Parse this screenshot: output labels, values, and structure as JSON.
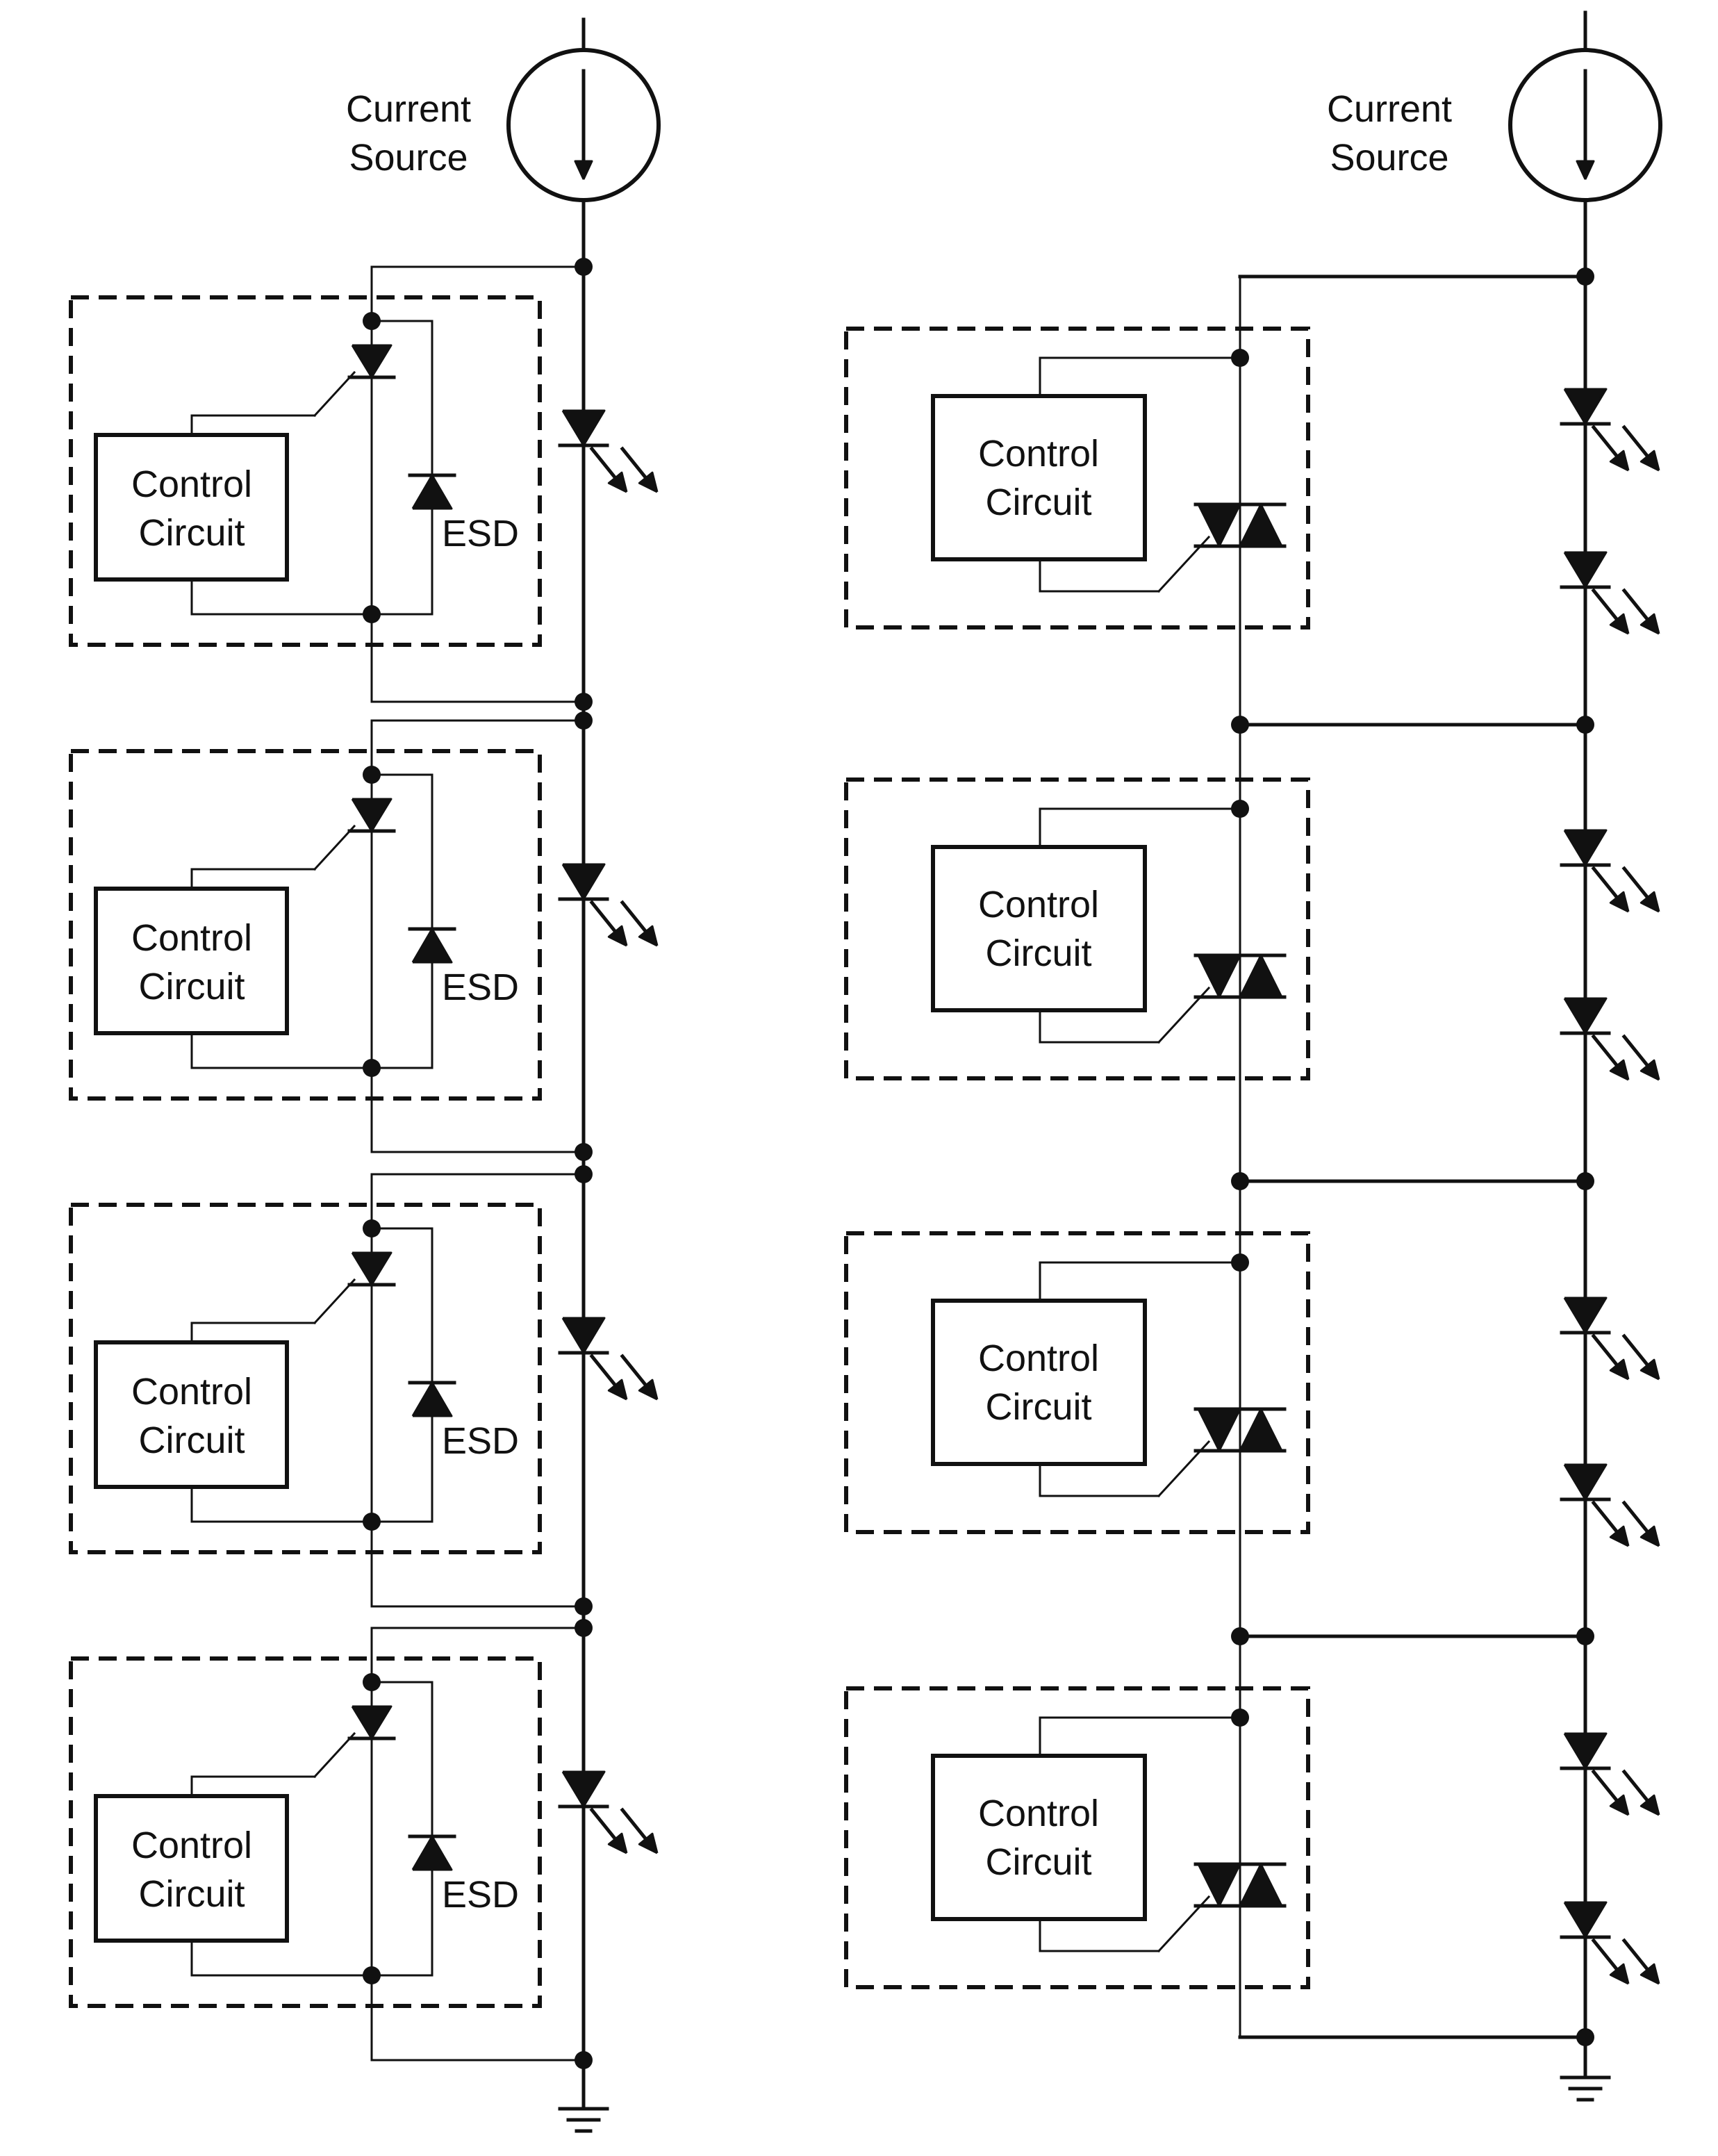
{
  "left_circuit": {
    "source_label": [
      "Current",
      "Source"
    ],
    "stages": [
      {
        "control_label": [
          "Control",
          "Circuit"
        ],
        "esd_label": "ESD"
      },
      {
        "control_label": [
          "Control",
          "Circuit"
        ],
        "esd_label": "ESD"
      },
      {
        "control_label": [
          "Control",
          "Circuit"
        ],
        "esd_label": "ESD"
      },
      {
        "control_label": [
          "Control",
          "Circuit"
        ],
        "esd_label": "ESD"
      }
    ]
  },
  "right_circuit": {
    "source_label": [
      "Current",
      "Source"
    ],
    "stages": [
      {
        "control_label": [
          "Control",
          "Circuit"
        ]
      },
      {
        "control_label": [
          "Control",
          "Circuit"
        ]
      },
      {
        "control_label": [
          "Control",
          "Circuit"
        ]
      },
      {
        "control_label": [
          "Control",
          "Circuit"
        ]
      }
    ]
  },
  "colors": {
    "line": "#111111",
    "background": "#ffffff"
  }
}
